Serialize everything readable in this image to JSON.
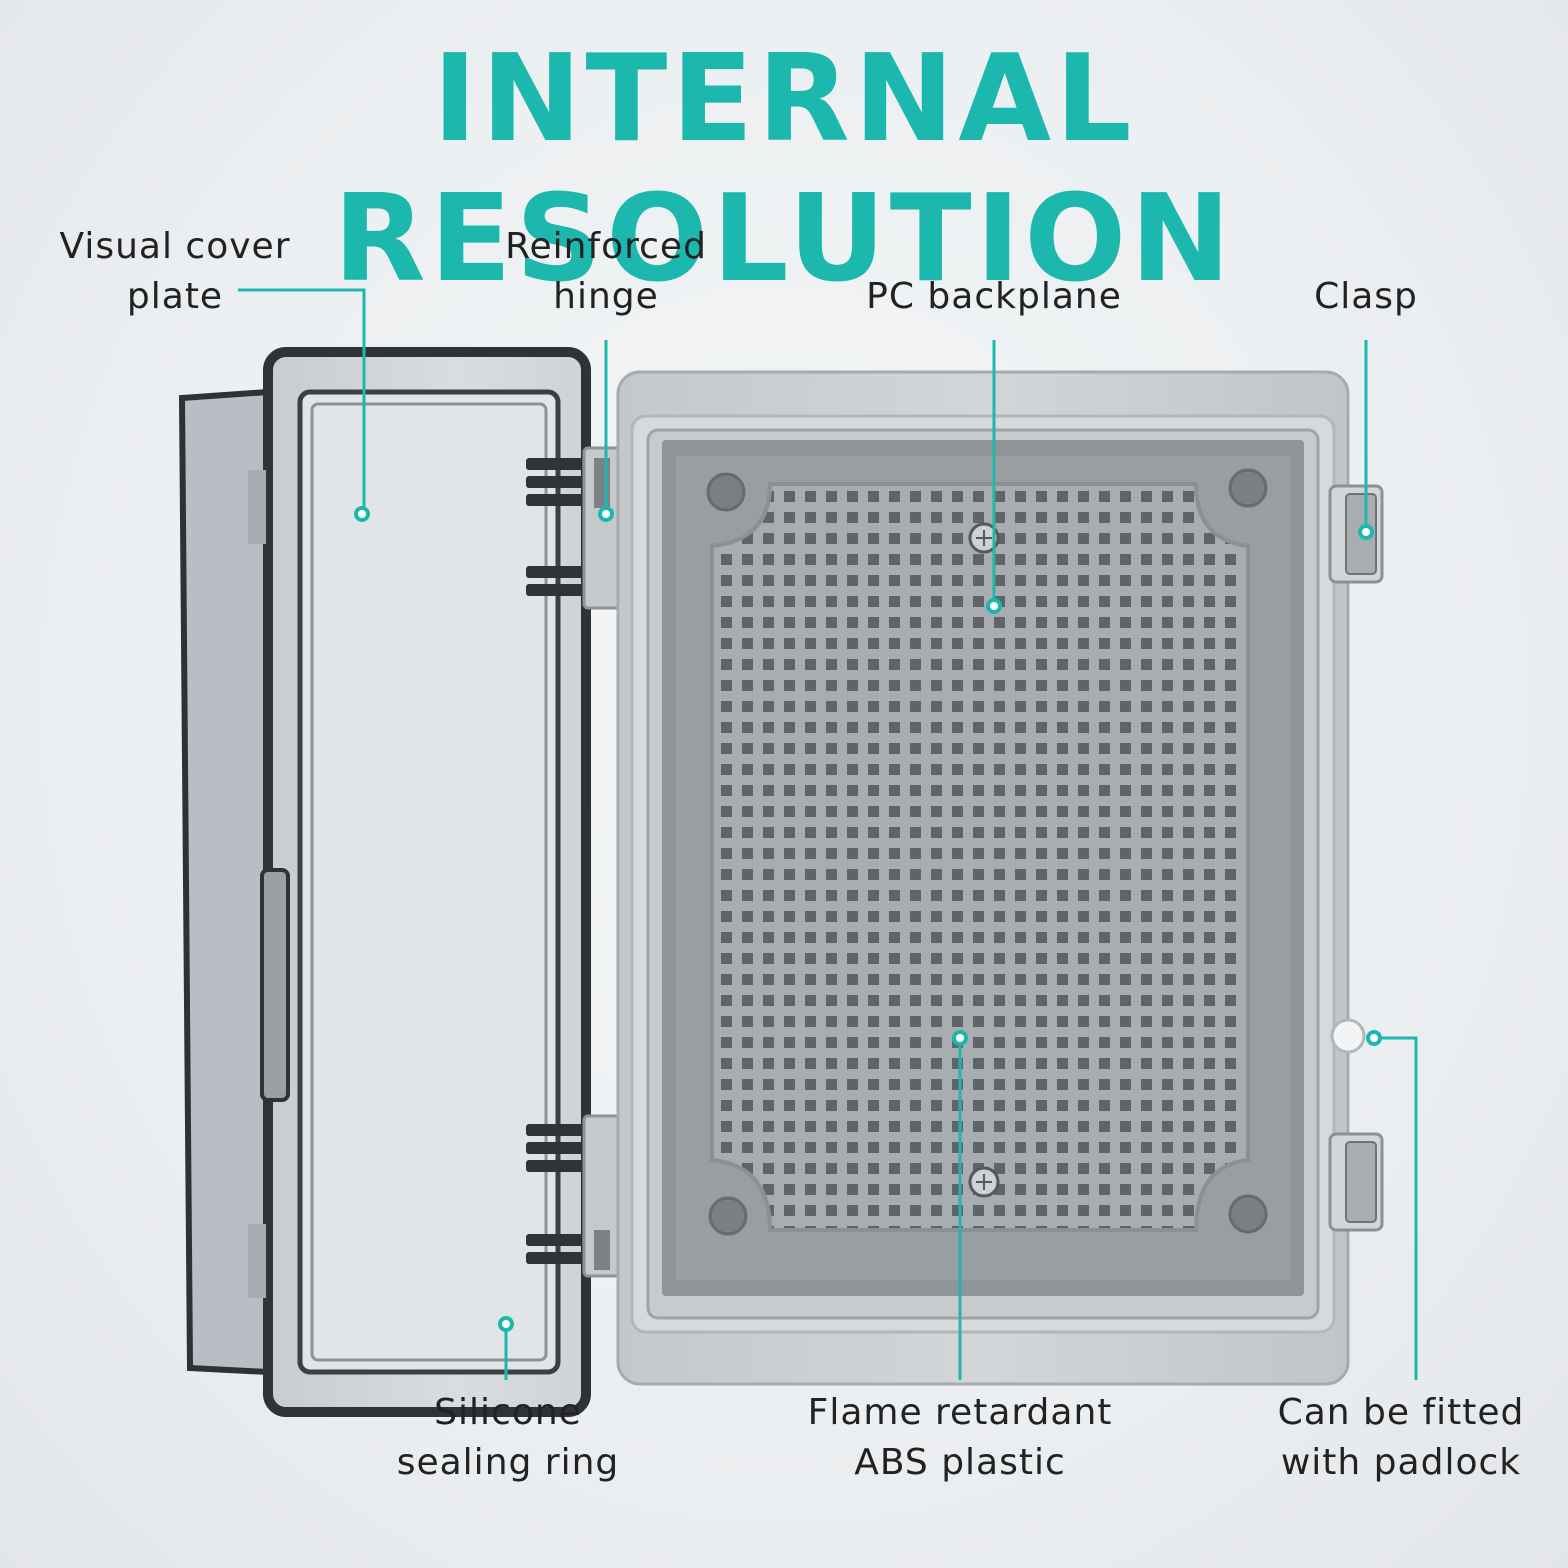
{
  "heading": "INTERNAL RESOLUTION",
  "colors": {
    "accent": "#1db8ad",
    "label_text": "#222222",
    "enclosure_body": "#c9cdd0",
    "enclosure_inner": "#8f9498",
    "backplane": "#a7abaf",
    "cover_frame": "#3a3f44"
  },
  "callouts": {
    "visual_cover_plate": [
      "Visual cover",
      "plate"
    ],
    "reinforced_hinge": [
      "Reinforced",
      "hinge"
    ],
    "pc_backplane": [
      "PC backplane"
    ],
    "clasp": [
      "Clasp"
    ],
    "silicone_sealing_ring": [
      "Silicone",
      "sealing ring"
    ],
    "flame_retardant_abs": [
      "Flame retardant",
      "ABS plastic"
    ],
    "padlock": [
      "Can be fitted",
      "with padlock"
    ]
  }
}
